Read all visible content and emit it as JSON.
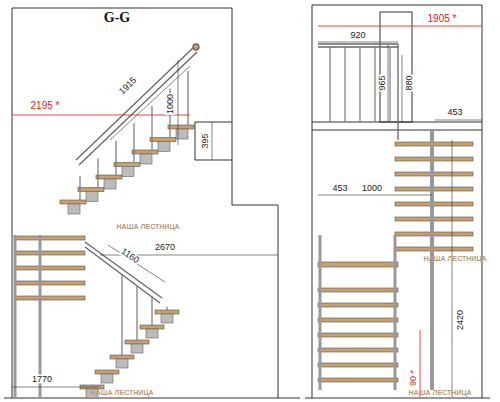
{
  "diagram": {
    "labels": [
      "G-G",
      "1915",
      "1000",
      "395",
      "2195 *",
      "2670",
      "1160",
      "1770",
      "1905 *",
      "920",
      "965",
      "880",
      "453",
      "453",
      "1000",
      "2420",
      "90 *",
      "НАША ЛЕСТНИЦА",
      "НАША ЛЕСТНИЦА",
      "НАША ЛЕСТНИЦА",
      "НАША ЛЕСТНИЦА"
    ]
  }
}
